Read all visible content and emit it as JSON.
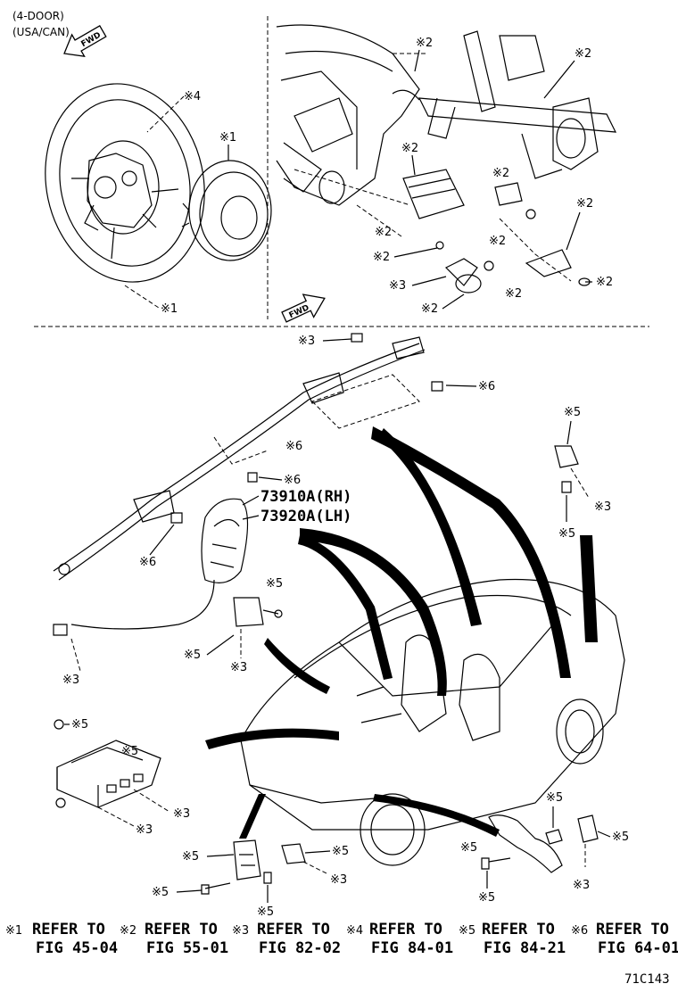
{
  "header": {
    "line1": "(4-DOOR)",
    "line2": "(USA/CAN)"
  },
  "fwd_label": "FWD",
  "callouts": {
    "sw_4": "※4",
    "sw_1a": "※1",
    "sw_1b": "※1",
    "dash_2a": "※2",
    "dash_2b": "※2",
    "dash_2c": "※2",
    "dash_2d": "※2",
    "dash_2e": "※2",
    "dash_2f": "※2",
    "dash_2g": "※2",
    "dash_2h": "※2",
    "dash_2i": "※2",
    "dash_2j": "※2",
    "dash_3": "※3",
    "cur_3a": "※3",
    "cur_6a": "※6",
    "cur_6b": "※6",
    "cur_6c": "※6",
    "cur_6d": "※6",
    "cur_3b": "※3",
    "sen_5a": "※5",
    "sen_5b": "※5",
    "sen_3a": "※3",
    "sen2_5a": "※5",
    "sen2_5b": "※5",
    "sen2_3": "※3",
    "mod_5a": "※5",
    "mod_5b": "※5",
    "mod_3a": "※3",
    "mod_3b": "※3",
    "bot_5a": "※5",
    "bot_5b": "※5",
    "bot_5c": "※5",
    "bot_5d": "※5",
    "bot_3a": "※3",
    "rt_5a": "※5",
    "rt_5b": "※5",
    "rt_5c": "※5",
    "rt_5d": "※5",
    "rt_3": "※3"
  },
  "parts": {
    "rh": "73910A(RH)",
    "lh": "73920A(LH)"
  },
  "references": [
    {
      "mark": "※1",
      "refer": "REFER TO",
      "fig": "FIG 45-04"
    },
    {
      "mark": "※2",
      "refer": "REFER TO",
      "fig": "FIG 55-01"
    },
    {
      "mark": "※3",
      "refer": "REFER TO",
      "fig": "FIG 82-02"
    },
    {
      "mark": "※4",
      "refer": "REFER TO",
      "fig": "FIG 84-01"
    },
    {
      "mark": "※5",
      "refer": "REFER TO",
      "fig": "FIG 84-21"
    },
    {
      "mark": "※6",
      "refer": "REFER TO",
      "fig": "FIG 64-01"
    }
  ],
  "diagram_code": "71C143"
}
